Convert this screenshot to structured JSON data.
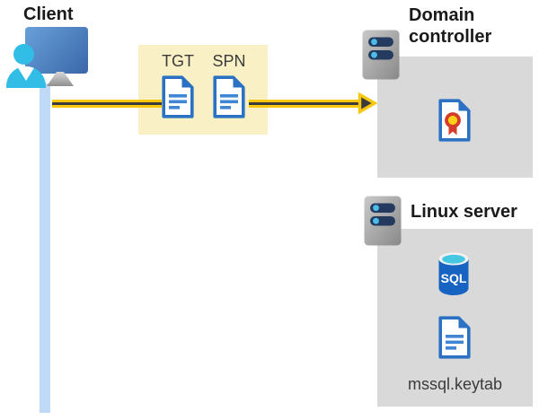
{
  "client": {
    "label": "Client"
  },
  "ticket_box": {
    "tgt_label": "TGT",
    "spn_label": "SPN"
  },
  "domain_controller": {
    "label": "Domain controller"
  },
  "linux_server": {
    "label": "Linux server",
    "sql_label": "SQL",
    "keytab_label": "mssql.keytab"
  },
  "icons": [
    "user-icon",
    "monitor-icon",
    "document-icon",
    "certificate-icon",
    "server-icon",
    "sql-database-icon",
    "arrow-right-icon"
  ],
  "colors": {
    "accent_yellow": "#F8C70E",
    "arrow_dark": "#3B3B3B",
    "ticket_box_bg": "#FAF0C6",
    "panel_gray": "#D9D9D9",
    "doc_blue": "#2B72C4",
    "doc_line_blue": "#4186D5",
    "cert_red": "#D43B2B",
    "cert_yellow": "#FCD116",
    "server_navy": "#243A5E",
    "server_dot": "#4BBDE8",
    "sql_blue": "#1663C2",
    "sql_cyan": "#45C7E2",
    "line_blue": "#BFDAF7",
    "person_cyan": "#31BDE6"
  }
}
